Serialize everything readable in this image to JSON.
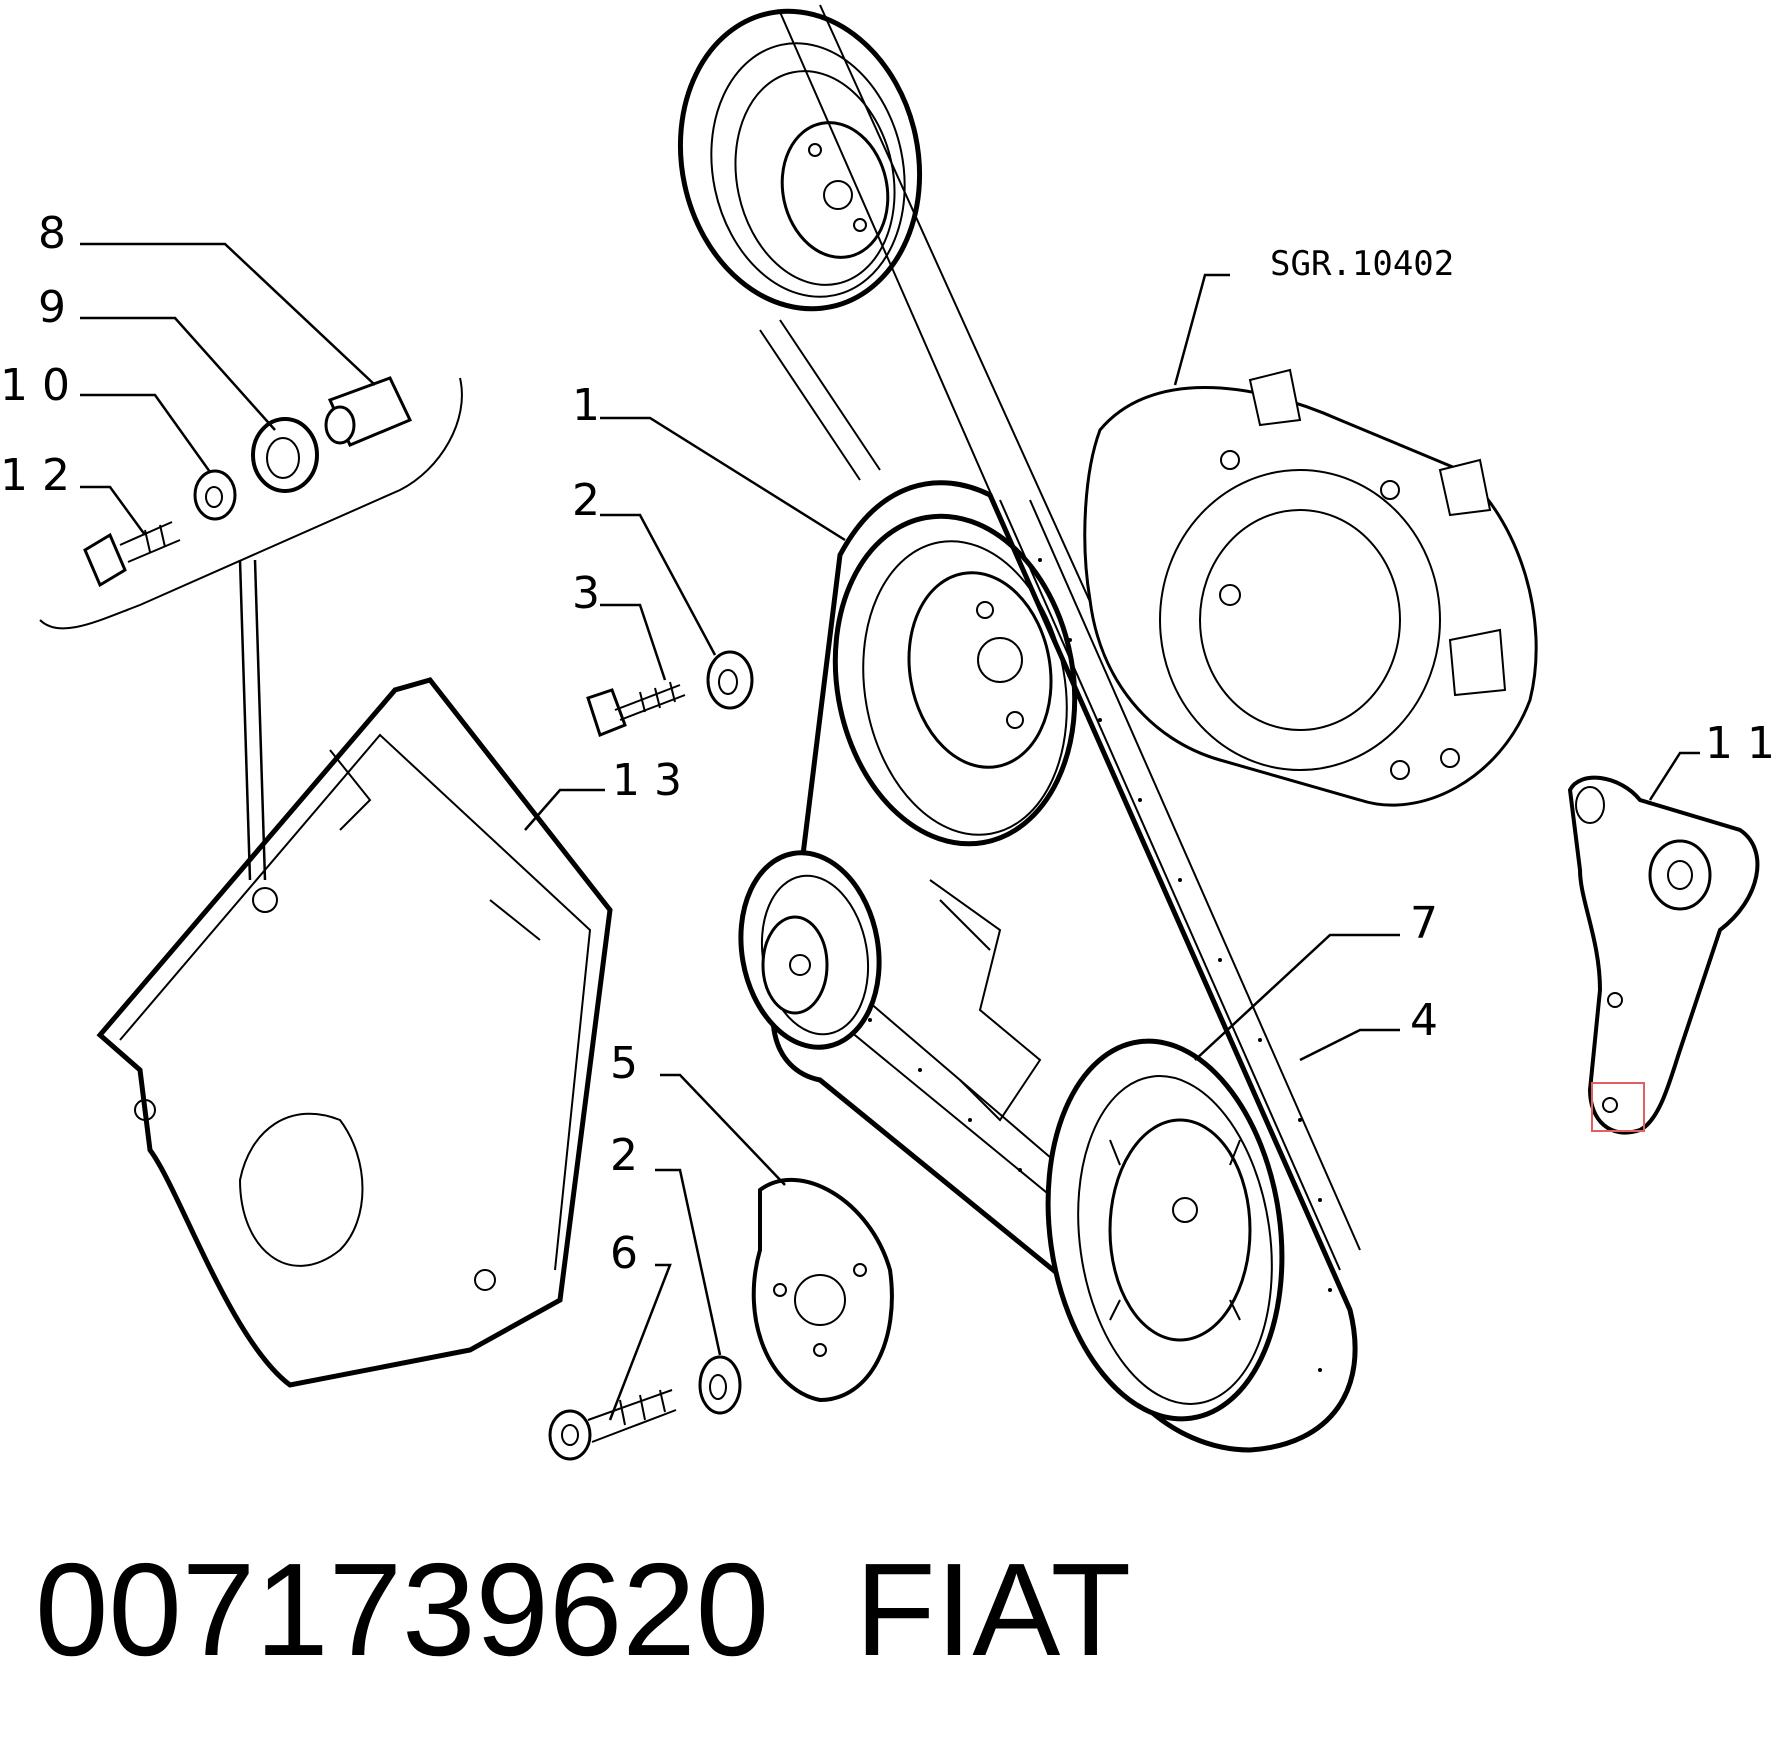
{
  "diagram": {
    "reference_code": "SGR.10402",
    "callouts": [
      "1",
      "2",
      "3",
      "4",
      "5",
      "2",
      "6",
      "7",
      "8",
      "9",
      "10",
      "11",
      "12",
      "13"
    ]
  },
  "footer": {
    "part_number": "0071739620",
    "brand": "FIAT"
  },
  "highlight": {
    "color": "#e06060",
    "target": "11"
  }
}
